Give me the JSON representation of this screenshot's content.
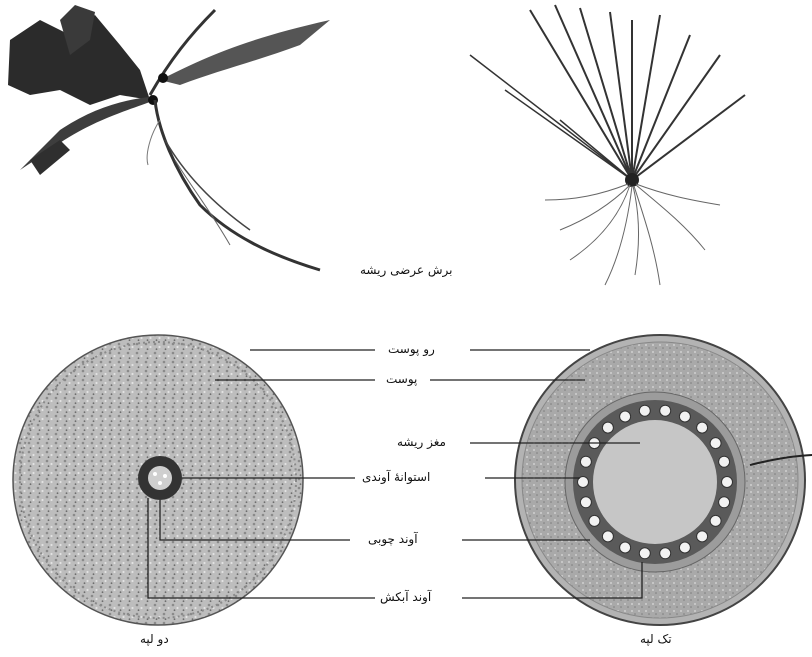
{
  "figure": {
    "caption_root_cross_section": "برش عرضی ریشه",
    "labels": {
      "epidermis": "رو پوست",
      "cortex": "پوست",
      "pith": "مغز ریشه",
      "vascular_cylinder": "استوانهٔ آوندی",
      "xylem": "آوند چوبی",
      "phloem": "آوند آبکش"
    },
    "dicot_caption": "دو لپه",
    "monocot_caption": "تک لپه"
  }
}
